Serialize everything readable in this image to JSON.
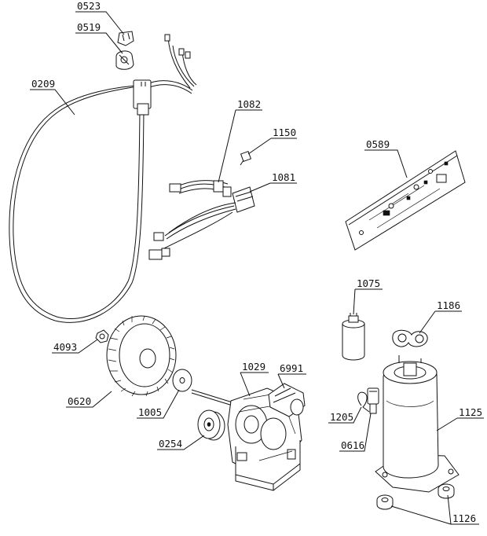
{
  "labels": {
    "p0523": "0523",
    "p0519": "0519",
    "p0209": "0209",
    "p1082": "1082",
    "p1150": "1150",
    "p1081": "1081",
    "p0589": "0589",
    "p1075": "1075",
    "p1186": "1186",
    "p4093": "4093",
    "p1029": "1029",
    "p6991": "6991",
    "p0620": "0620",
    "p1005": "1005",
    "p1205": "1205",
    "p1125": "1125",
    "p0254": "0254",
    "p0616": "0616",
    "p1126": "1126"
  }
}
